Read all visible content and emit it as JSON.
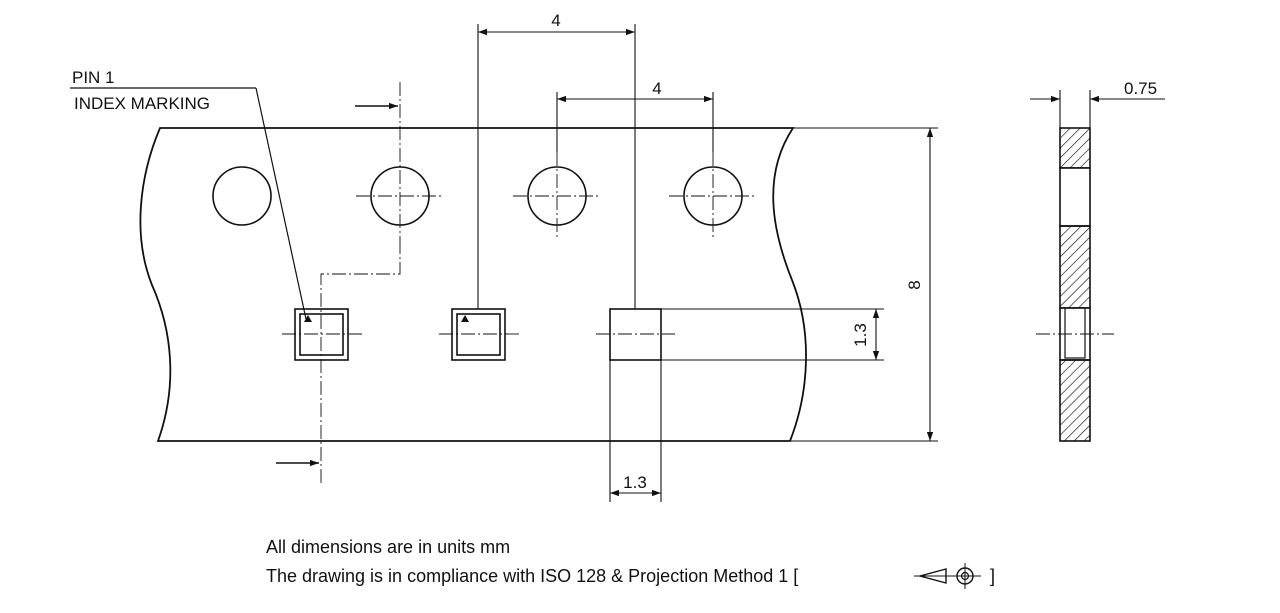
{
  "labels": {
    "pin_line1": "PIN 1",
    "pin_line2": "INDEX MARKING",
    "pitch_top": "4",
    "pitch_hole": "4",
    "thickness": "0.75",
    "tape_width": "8",
    "pocket_height": "1.3",
    "pocket_width": "1.3"
  },
  "notes": {
    "units": "All dimensions are in units mm",
    "compliance_prefix": "The drawing is in compliance with ISO 128 &  Projection Method 1 [",
    "compliance_suffix": "]"
  }
}
